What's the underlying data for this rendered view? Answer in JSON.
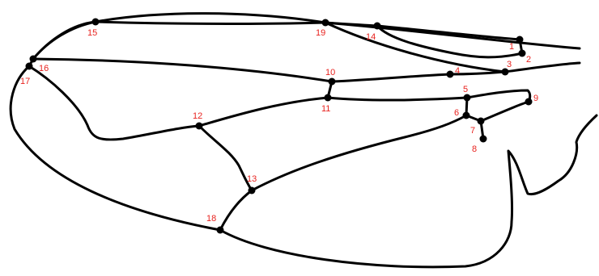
{
  "diagram": {
    "line_color": "#000000",
    "label_color": "#e8231f",
    "landmarks": [
      {
        "id": 1,
        "label": "1"
      },
      {
        "id": 2,
        "label": "2"
      },
      {
        "id": 3,
        "label": "3"
      },
      {
        "id": 4,
        "label": "4"
      },
      {
        "id": 5,
        "label": "5"
      },
      {
        "id": 6,
        "label": "6"
      },
      {
        "id": 7,
        "label": "7"
      },
      {
        "id": 8,
        "label": "8"
      },
      {
        "id": 9,
        "label": "9"
      },
      {
        "id": 10,
        "label": "10"
      },
      {
        "id": 11,
        "label": "11"
      },
      {
        "id": 12,
        "label": "12"
      },
      {
        "id": 13,
        "label": "13"
      },
      {
        "id": 14,
        "label": "14"
      },
      {
        "id": 15,
        "label": "15"
      },
      {
        "id": 16,
        "label": "16"
      },
      {
        "id": 17,
        "label": "17"
      },
      {
        "id": 18,
        "label": "18"
      },
      {
        "id": 19,
        "label": "19"
      }
    ]
  }
}
